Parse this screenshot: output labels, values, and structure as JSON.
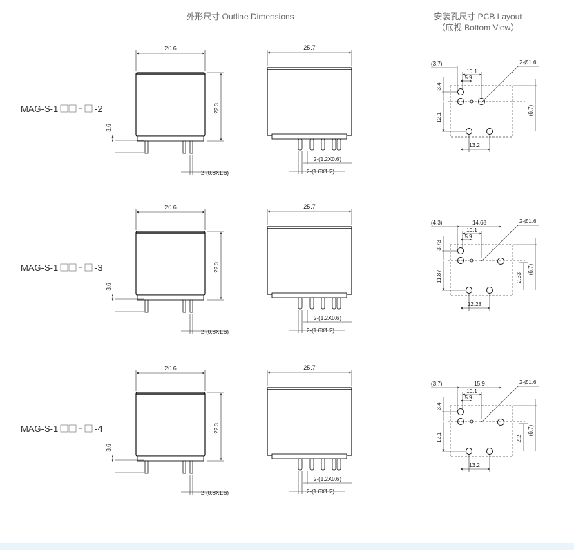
{
  "header": {
    "outline_title": "外形尺寸 Outline Dimensions",
    "pcb_title_1": "安装孔尺寸 PCB Layout",
    "pcb_title_2": "（底视 Bottom View）"
  },
  "variants": [
    {
      "prefix": "MAG-S-1",
      "suffix": "-2",
      "side_width": "20.6",
      "side_height": "22.3",
      "pin_standoff": "3.6",
      "side_pin": "2-(0.8X1.6)",
      "front_width": "25.7",
      "front_pin_a": "2-(1.2X0.6)",
      "front_pin_b": "2-(1.6X1.2)",
      "pcb": {
        "offset": "(3.7)",
        "span": "",
        "hole_spacing": "10.1",
        "hole_gap": "5.9",
        "hole_dia": "2-Ø1.6",
        "vert_top": "3.4",
        "vert_main": "12.1",
        "right_inner": "",
        "right_outer": "(6.7)",
        "bottom": "13.2"
      }
    },
    {
      "prefix": "MAG-S-1",
      "suffix": "-3",
      "side_width": "20.6",
      "side_height": "22.3",
      "pin_standoff": "3.6",
      "side_pin": "2-(0.8X1.6)",
      "front_width": "25.7",
      "front_pin_a": "2-(1.2X0.6)",
      "front_pin_b": "2-(1.6X1.2)",
      "pcb": {
        "offset": "(4.3)",
        "span": "14.68",
        "hole_spacing": "10.1",
        "hole_gap": "5.9",
        "hole_dia": "2-Ø1.6",
        "vert_top": "3.73",
        "vert_main": "11.87",
        "right_inner": "2.33",
        "right_outer": "(6.7)",
        "bottom": "12.28"
      }
    },
    {
      "prefix": "MAG-S-1",
      "suffix": "-4",
      "side_width": "20.6",
      "side_height": "22.3",
      "pin_standoff": "3.6",
      "side_pin": "2-(0.8X1.6)",
      "front_width": "25.7",
      "front_pin_a": "2-(1.2X0.6)",
      "front_pin_b": "2-(1.6X1.2)",
      "pcb": {
        "offset": "(3.7)",
        "span": "15.9",
        "hole_spacing": "10.1",
        "hole_gap": "5.9",
        "hole_dia": "2-Ø1.6",
        "vert_top": "3.4",
        "vert_main": "12.1",
        "right_inner": "2.2",
        "right_outer": "(6.7)",
        "bottom": "13.2"
      }
    }
  ],
  "icons": {
    "checkbox": "empty-square-icon"
  }
}
